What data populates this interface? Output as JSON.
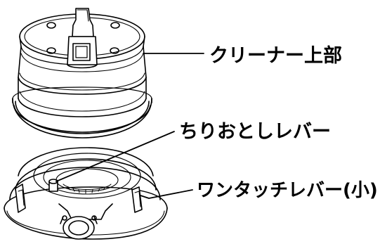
{
  "labels": {
    "cleaner_upper": "クリーナー上部",
    "dust_lever": "ちりおとしレバー",
    "one_touch_lever": "ワンタッチレバー(小)"
  },
  "colors": {
    "line": "#000000",
    "background": "#ffffff"
  }
}
